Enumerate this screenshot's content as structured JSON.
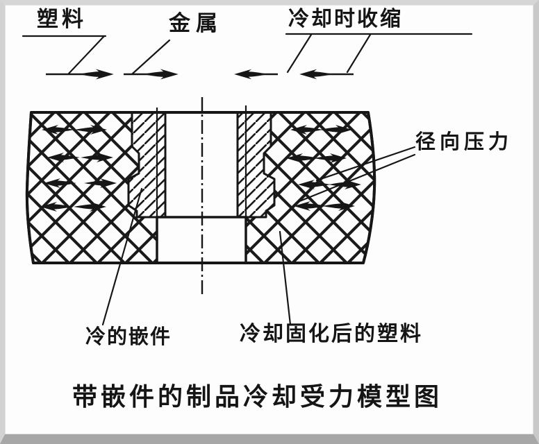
{
  "figure": {
    "caption": "带嵌件的制品冷却受力模型图",
    "labels": {
      "plastic": "塑料",
      "metal": "金属",
      "shrink_on_cooling": "冷却时收缩",
      "radial_pressure": "径向压力",
      "cold_insert": "冷的嵌件",
      "solidified_plastic": "冷却固化后的塑料"
    },
    "colors": {
      "ink": "#161616",
      "paper": "#fdfdfd",
      "frame": "#d6d6d6",
      "frame_bottom": "#a7a7a7"
    }
  }
}
